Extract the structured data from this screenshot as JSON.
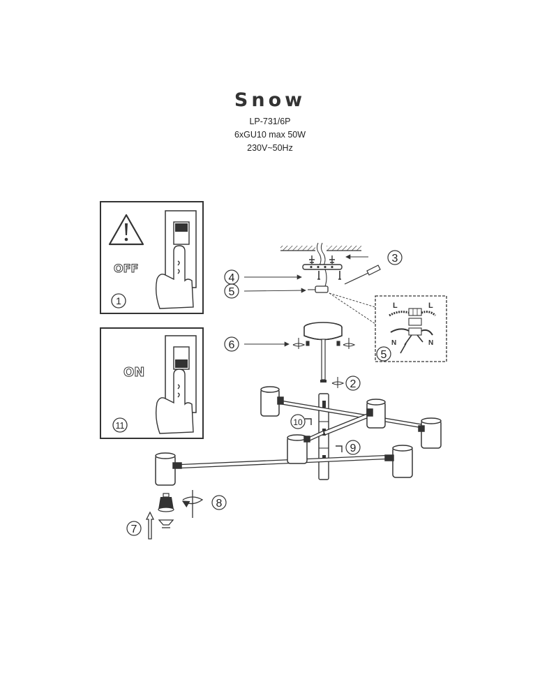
{
  "header": {
    "title": "Snow",
    "model": "LP-731/6P",
    "bulbs": "6xGU10 max 50W",
    "voltage": "230V~50Hz"
  },
  "panels": {
    "off": {
      "state_text": "OFF",
      "step": "1"
    },
    "on": {
      "state_text": "ON",
      "step": "11"
    }
  },
  "steps": {
    "ceiling_mount": "3",
    "plate_screws": "4",
    "wire_connector": "5",
    "canopy_screws": "6",
    "rod_joint": "2",
    "bulb_turn": "8",
    "bulb_insert": "7",
    "arm_join_upper": "10",
    "arm_join_lower": "9"
  },
  "wiring": {
    "live_left": "L",
    "live_right": "L",
    "neutral_left": "N",
    "neutral_right": "N",
    "step": "5"
  }
}
